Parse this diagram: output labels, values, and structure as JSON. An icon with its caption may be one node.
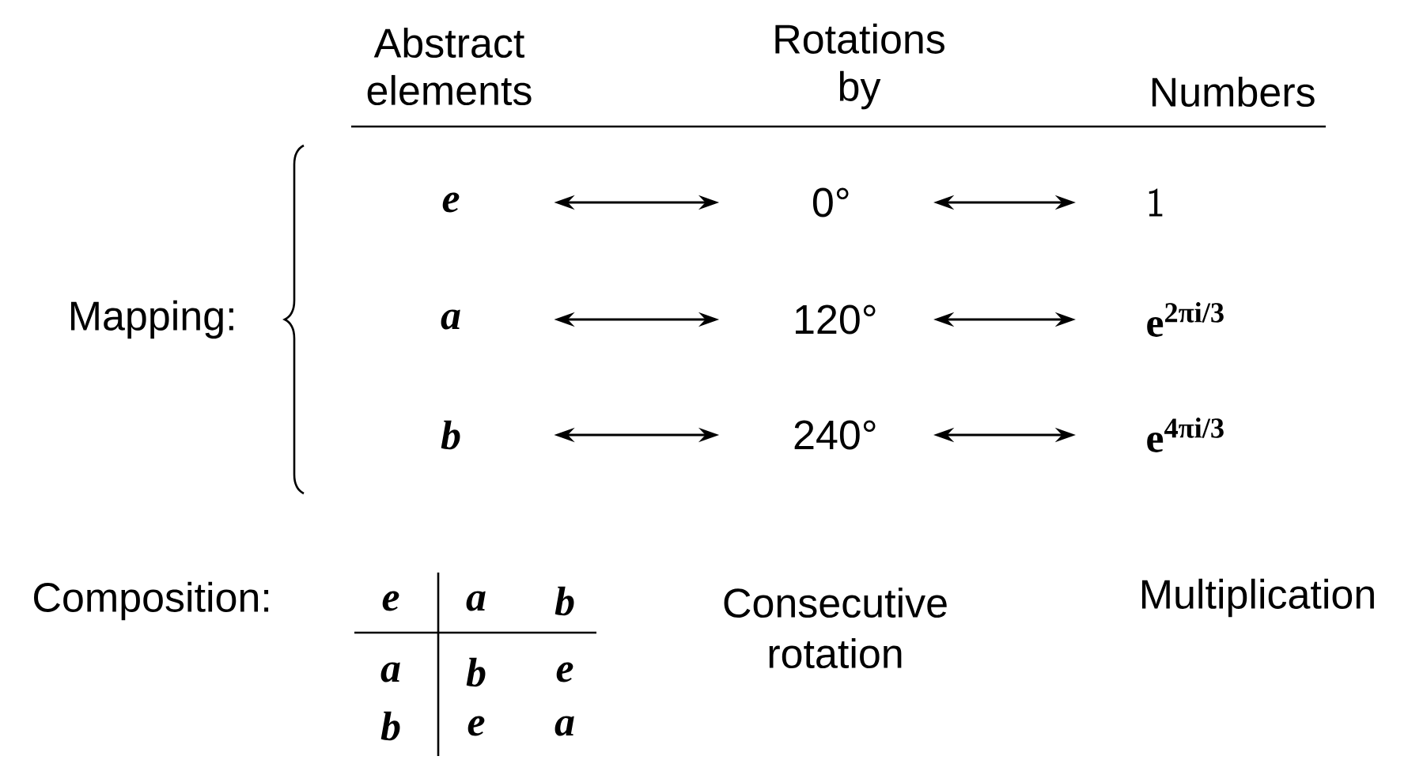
{
  "diagram": {
    "nodes": [
      {
        "text": [
          "e"
        ]
      },
      {
        "text": [
          "0°"
        ]
      },
      {
        "text": [
          "1"
        ]
      },
      {
        "text": [
          "a"
        ]
      },
      {
        "text": [
          "120°"
        ]
      },
      {
        "text": [
          "e$^{2πi/3}$"
        ]
      },
      {
        "text": [
          "b"
        ]
      },
      {
        "text": [
          "240°"
        ]
      },
      {
        "text": [
          "e$^{4πi/3}$"
        ]
      }
    ],
    "edges": [
      {
        "from": 0,
        "to": 1,
        "arrow": "both"
      },
      {
        "from": 1,
        "to": 2,
        "arrow": "both"
      },
      {
        "from": 3,
        "to": 4,
        "arrow": "both"
      },
      {
        "from": 4,
        "to": 5,
        "arrow": "both"
      },
      {
        "from": 6,
        "to": 7,
        "arrow": "both"
      },
      {
        "from": 7,
        "to": 8,
        "arrow": "both"
      }
    ],
    "labels": [
      "Abstract elements",
      "Rotations by",
      "Numbers",
      "Mapping:",
      "Composition:",
      "e",
      "a",
      "b",
      "a",
      "b",
      "e",
      "b",
      "e",
      "a",
      "Consecutive rotation",
      "Multiplication"
    ]
  }
}
